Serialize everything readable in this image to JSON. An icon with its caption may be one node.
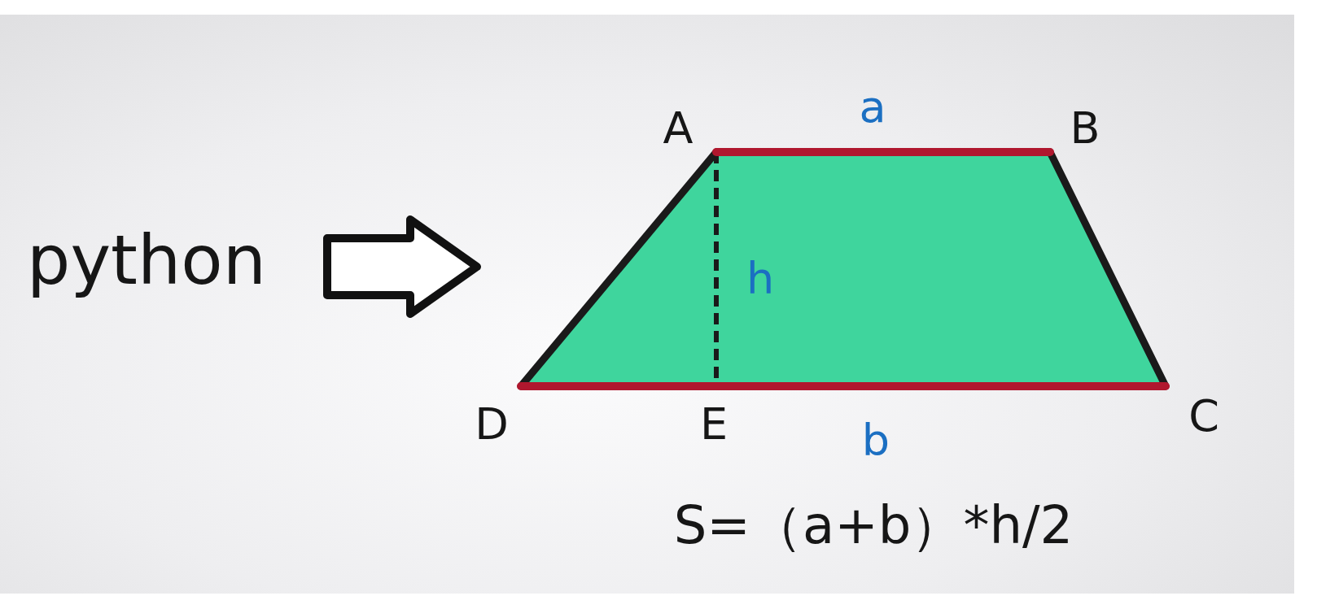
{
  "diagram": {
    "nodes": [
      {
        "text": [
          "python"
        ]
      },
      {
        "text": [],
        "shape": "trapezoid"
      }
    ],
    "edges": [
      {
        "from": 0,
        "to": 1,
        "arrow": "to",
        "style": "thick"
      }
    ],
    "labels": [
      "A",
      "a",
      "B",
      "h",
      "D",
      "E",
      "b",
      "C",
      "S=（a+b）*h/2"
    ]
  }
}
